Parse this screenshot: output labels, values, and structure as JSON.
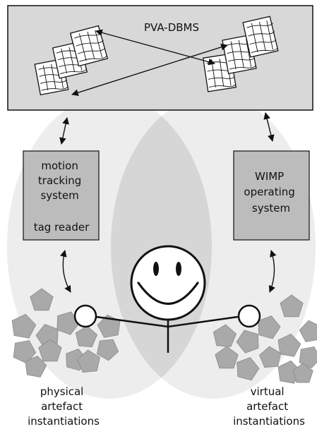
{
  "database": {
    "label": "PVA-DBMS"
  },
  "left_system": {
    "lines": [
      "motion",
      "tracking",
      "system",
      "",
      "tag reader"
    ]
  },
  "right_system": {
    "lines": [
      "WIMP",
      "operating",
      "system"
    ]
  },
  "left_caption": {
    "lines": [
      "physical",
      "artefact",
      "instantiations"
    ]
  },
  "right_caption": {
    "lines": [
      "virtual",
      "artefact",
      "instantiations"
    ]
  },
  "colors": {
    "db_fill": "#d8d8d8",
    "system_fill": "#bcbcbc",
    "ellipse_fill": "#ededed",
    "overlap_fill": "#d6d6d6",
    "pentagon_fill": "#a9a9a9",
    "stroke": "#111111"
  },
  "icons": [
    "document-stack-icon",
    "smiley-person-icon",
    "pentagon-icon",
    "bidirectional-arrow-icon"
  ]
}
